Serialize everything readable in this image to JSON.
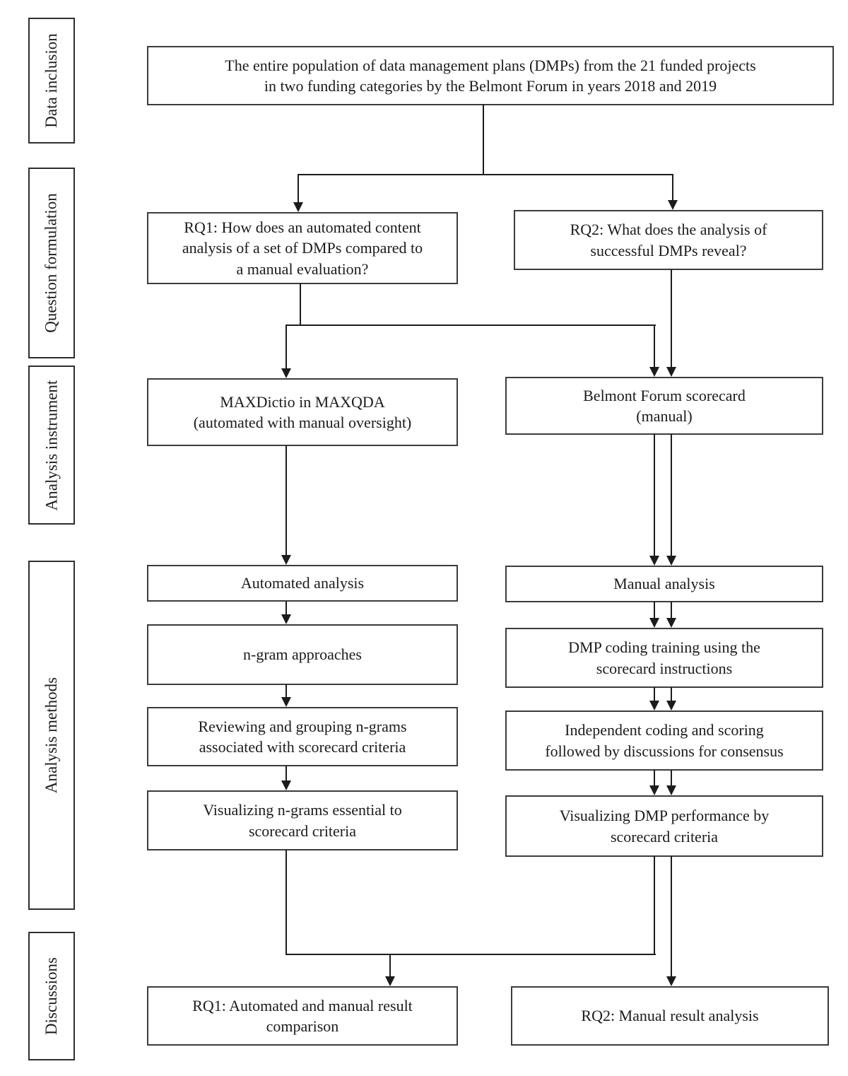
{
  "colors": {
    "background": "#ffffff",
    "box_border": "#3c3c3c",
    "line": "#1c1c1c",
    "text": "#1c1c1c"
  },
  "sidebar": {
    "sections": [
      {
        "label": "Data inclusion"
      },
      {
        "label": "Question formulation"
      },
      {
        "label": "Analysis instrument"
      },
      {
        "label": "Analysis methods"
      },
      {
        "label": "Discussions"
      }
    ]
  },
  "nodes": {
    "population": "The entire population of data management plans (DMPs) from the 21 funded projects\nin two funding categories by the Belmont Forum in years 2018 and 2019",
    "rq1": "RQ1: How does an automated content\nanalysis of a set of DMPs compared to\na manual evaluation?",
    "rq2": "RQ2: What does the analysis of\nsuccessful DMPs reveal?",
    "maxdictio": "MAXDictio in MAXQDA\n(automated with manual oversight)",
    "scorecard": "Belmont Forum scorecard\n(manual)",
    "automated": "Automated analysis",
    "manual": "Manual analysis",
    "ngram": "n-gram approaches",
    "dmp_coding": "DMP coding training using the\nscorecard instructions",
    "reviewing": "Reviewing and grouping n-grams\nassociated with scorecard criteria",
    "independent": "Independent coding and scoring\nfollowed by discussions for consensus",
    "vis_ngrams": "Visualizing n-grams essential to\nscorecard criteria",
    "vis_dmp": "Visualizing DMP performance by\nscorecard criteria",
    "rq1_result": "RQ1: Automated and manual result\ncomparison",
    "rq2_result": "RQ2: Manual result analysis"
  },
  "edges": [
    {
      "from": "population",
      "to": "rq1",
      "style": "single"
    },
    {
      "from": "population",
      "to": "rq2",
      "style": "single"
    },
    {
      "from": "rq1",
      "to": "maxdictio",
      "style": "single"
    },
    {
      "from": "rq1",
      "to": "scorecard",
      "style": "single"
    },
    {
      "from": "rq2",
      "to": "scorecard",
      "style": "single"
    },
    {
      "from": "maxdictio",
      "to": "automated",
      "style": "single"
    },
    {
      "from": "automated",
      "to": "ngram",
      "style": "single"
    },
    {
      "from": "ngram",
      "to": "reviewing",
      "style": "single"
    },
    {
      "from": "reviewing",
      "to": "vis_ngrams",
      "style": "single"
    },
    {
      "from": "scorecard",
      "to": "manual",
      "style": "double"
    },
    {
      "from": "manual",
      "to": "dmp_coding",
      "style": "double"
    },
    {
      "from": "dmp_coding",
      "to": "independent",
      "style": "double"
    },
    {
      "from": "independent",
      "to": "vis_dmp",
      "style": "double"
    },
    {
      "from": "vis_ngrams",
      "to": "rq1_result",
      "style": "single"
    },
    {
      "from": "vis_dmp",
      "to": "rq1_result",
      "style": "single"
    },
    {
      "from": "vis_dmp",
      "to": "rq2_result",
      "style": "single"
    }
  ]
}
